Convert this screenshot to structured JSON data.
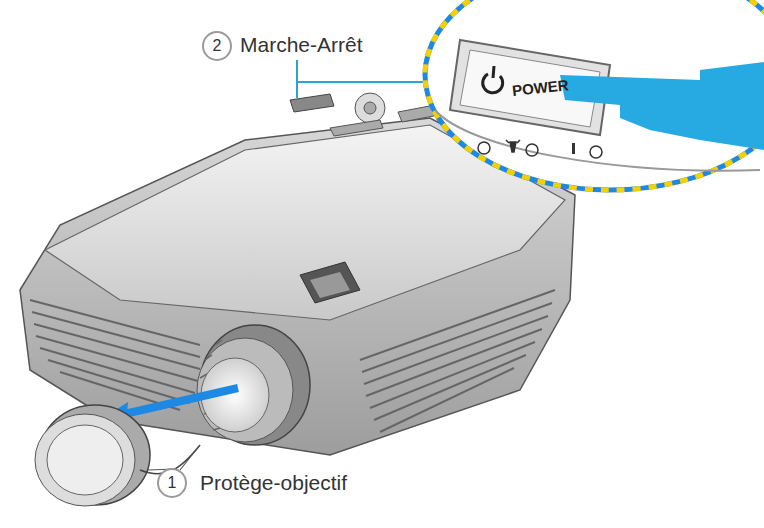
{
  "diagram": {
    "labels": [
      "2",
      "Marche-Arrêt",
      "POWER",
      "1",
      "Protège-objectif"
    ]
  }
}
